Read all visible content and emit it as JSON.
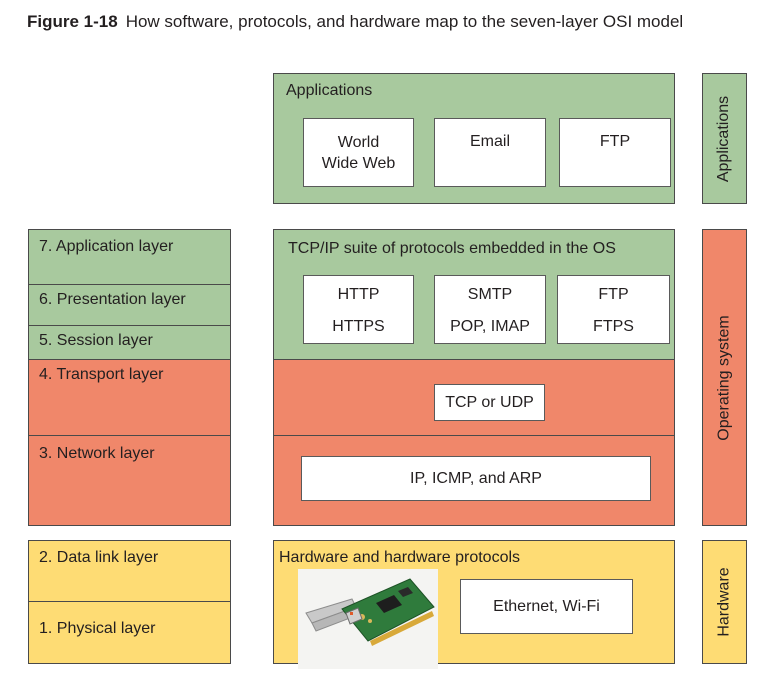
{
  "caption": {
    "figure": "Figure 1-18",
    "text": "How software, protocols, and hardware map to the seven-layer OSI model"
  },
  "osi_layers": [
    "7. Application layer",
    "6. Presentation layer",
    "5. Session layer",
    "4. Transport layer",
    "3. Network layer",
    "2. Data link layer",
    "1. Physical layer"
  ],
  "applications": {
    "title": "Applications",
    "items": [
      {
        "line1": "World",
        "line2": "Wide Web"
      },
      {
        "line1": "Email",
        "line2": ""
      },
      {
        "line1": "FTP",
        "line2": ""
      }
    ]
  },
  "os_block": {
    "title": "TCP/IP suite of protocols embedded in the OS",
    "protocols": [
      {
        "line1": "HTTP",
        "line2": "HTTPS"
      },
      {
        "line1": "SMTP",
        "line2": "POP, IMAP"
      },
      {
        "line1": "FTP",
        "line2": "FTPS"
      }
    ],
    "transport": "TCP or UDP",
    "network": "IP, ICMP, and ARP"
  },
  "hardware_block": {
    "title": "Hardware and hardware protocols",
    "protocols": "Ethernet, Wi-Fi"
  },
  "side_labels": {
    "applications": "Applications",
    "os": "Operating system",
    "hardware": "Hardware"
  },
  "colors": {
    "green": "#a8c99e",
    "salmon": "#f0876a",
    "yellow": "#fedc74"
  }
}
